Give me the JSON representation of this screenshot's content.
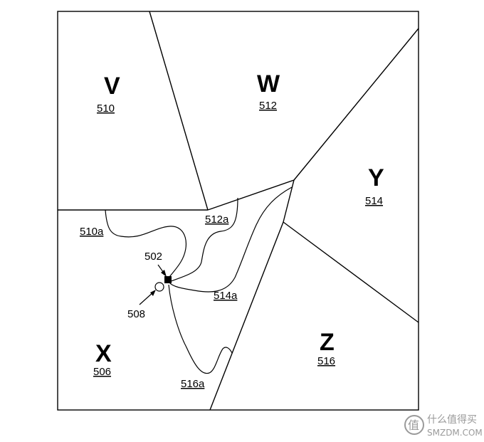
{
  "regions": [
    {
      "letter": "V",
      "number": "510"
    },
    {
      "letter": "W",
      "number": "512"
    },
    {
      "letter": "Y",
      "number": "514"
    },
    {
      "letter": "Z",
      "number": "516"
    },
    {
      "letter": "X",
      "number": "506"
    }
  ],
  "paths": [
    "510a",
    "512a",
    "514a",
    "516a"
  ],
  "markers": {
    "device": "502",
    "location": "508"
  },
  "watermark": {
    "cn": "什么值得买",
    "en": "SMZDM.COM",
    "glyph": "值"
  }
}
